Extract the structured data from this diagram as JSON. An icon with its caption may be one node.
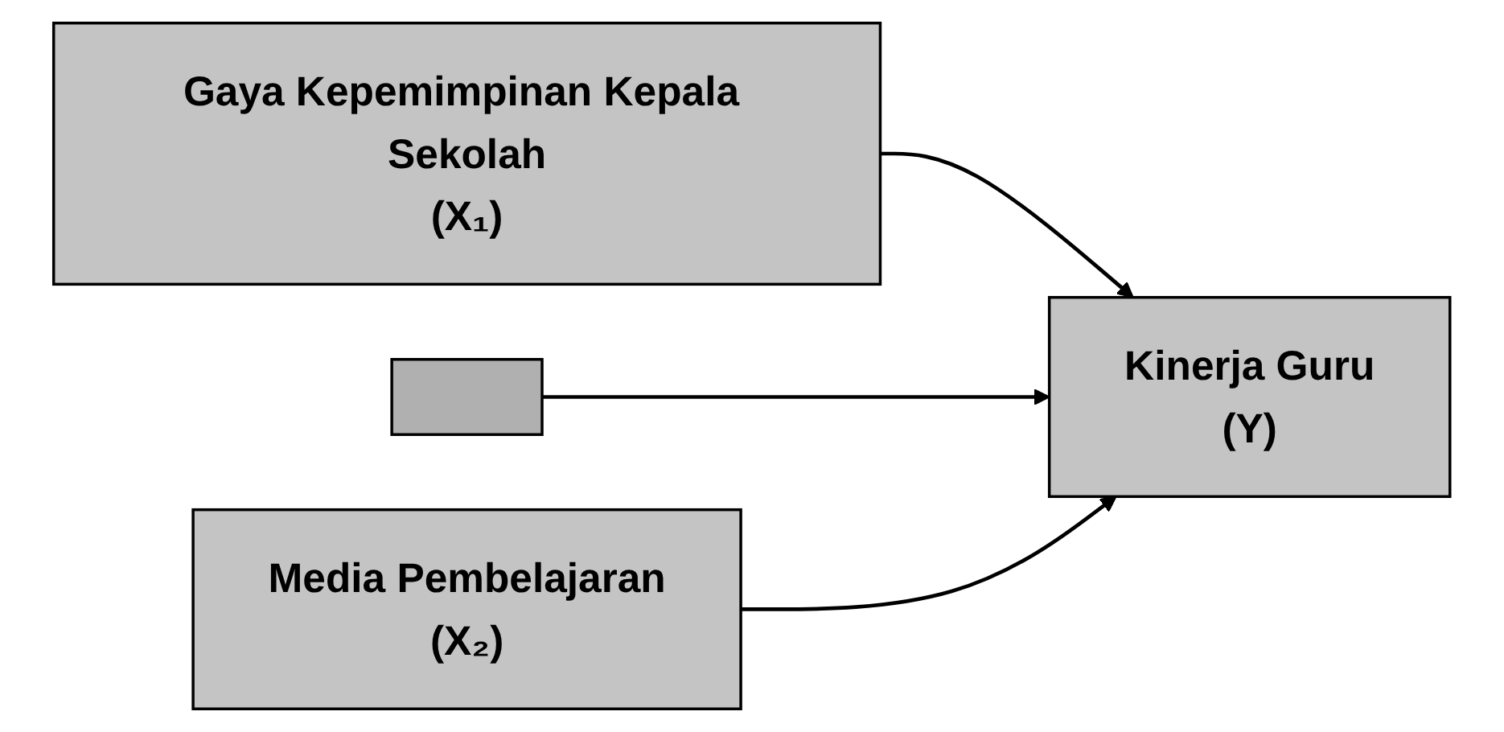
{
  "diagram": {
    "nodes": [
      {
        "text": [
          "Gaya Kepemimpinan Kepala Sekolah",
          "(X₁)"
        ]
      },
      {
        "text": [],
        "shape": "box"
      },
      {
        "text": [
          "Kinerja Guru",
          "(Y)"
        ]
      },
      {
        "text": [
          "Media Pembelajaran",
          "(X₂)"
        ]
      }
    ],
    "edges": [
      {
        "from": 0,
        "to": 2,
        "arrow": "to"
      },
      {
        "from": 1,
        "to": 2,
        "arrow": "to"
      },
      {
        "from": 3,
        "to": 2,
        "arrow": "to"
      }
    ]
  }
}
